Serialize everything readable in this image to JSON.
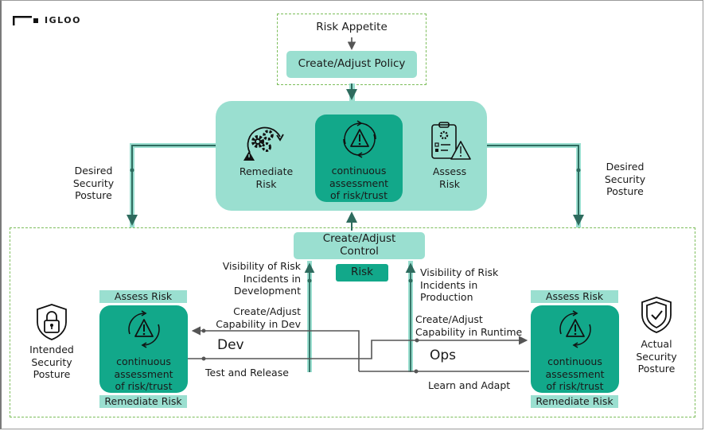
{
  "brand": {
    "name": "IGLOO",
    "icon": "igloo-logo-icon"
  },
  "policy": {
    "risk_appetite": "Risk Appetite",
    "create_adjust_policy": "Create/Adjust Policy"
  },
  "central": {
    "remediate": "Remediate\nRisk",
    "remediate_icon": "gears-warning-icon",
    "continuous": "continuous\nassessment\nof risk/trust",
    "continuous_icon": "cycle-warning-icon",
    "assess": "Assess\nRisk",
    "assess_icon": "clipboard-warning-icon"
  },
  "desired_left": "Desired\nSecurity\nPosture",
  "desired_right": "Desired\nSecurity\nPosture",
  "control": {
    "title": "Create/Adjust\nControl",
    "risk": "Risk"
  },
  "visibility_dev": "Visibility of Risk\nIncidents in\nDevelopment",
  "visibility_prod": "Visibility of Risk\nIncidents in\nProduction",
  "capability_dev": "Create/Adjust\nCapability in Dev",
  "capability_runtime": "Create/Adjust\nCapability in Runtime",
  "dev_label": "Dev",
  "ops_label": "Ops",
  "test_release": "Test and Release",
  "learn_adapt": "Learn and Adapt",
  "left_unit": {
    "assess": "Assess Risk",
    "continuous": "continuous\nassessment\nof risk/trust",
    "remediate": "Remediate Risk"
  },
  "right_unit": {
    "assess": "Assess Risk",
    "continuous": "continuous\nassessment\nof risk/trust",
    "remediate": "Remediate Risk"
  },
  "intended": {
    "label": "Intended\nSecurity\nPosture",
    "icon": "shield-lock-icon"
  },
  "actual": {
    "label": "Actual\nSecurity\nPosture",
    "icon": "shield-check-icon"
  },
  "colors": {
    "light_teal": "#9adfd0",
    "dark_teal": "#12a88a",
    "line_dark": "#2e6b5e",
    "dash_green": "#7cbd5a",
    "connector_gray": "#555555"
  }
}
